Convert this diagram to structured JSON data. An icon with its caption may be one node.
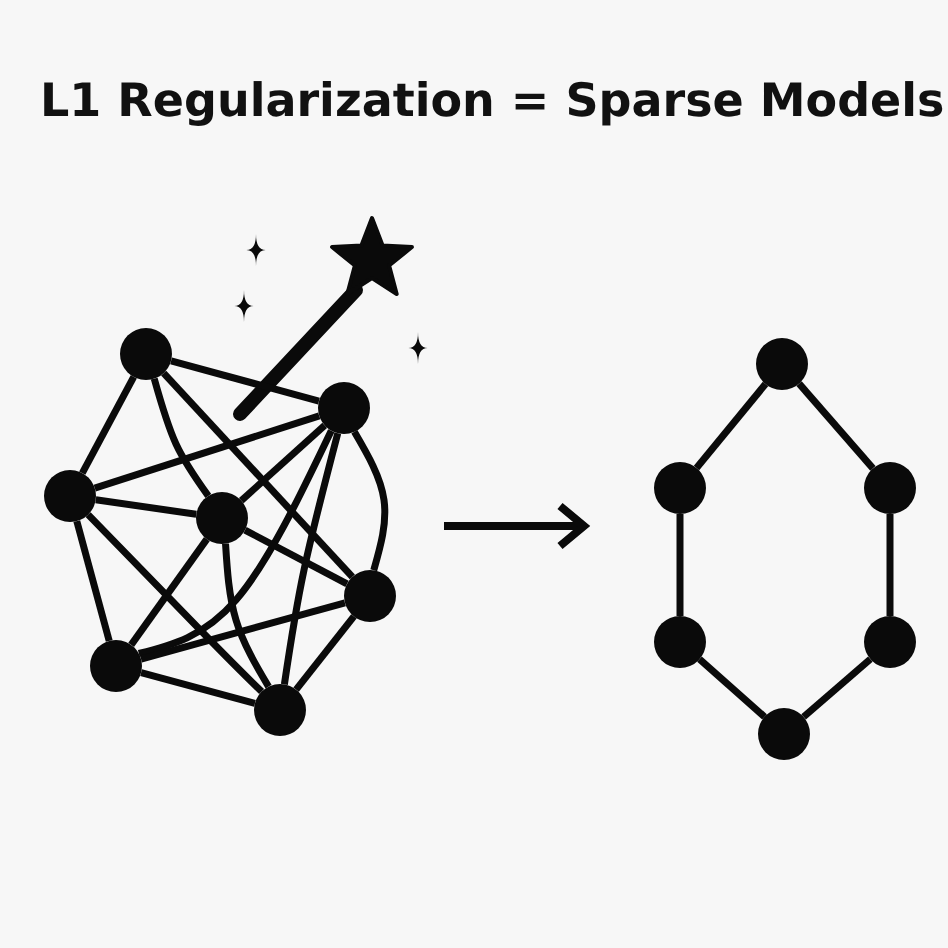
{
  "diagram": {
    "title": "L1 Regularization = Sparse Models",
    "nodes": [
      {
        "text": [],
        "shape": "circle"
      },
      {
        "text": [],
        "shape": "circle"
      },
      {
        "text": [],
        "shape": "circle"
      },
      {
        "text": [],
        "shape": "circle"
      },
      {
        "text": [],
        "shape": "circle"
      },
      {
        "text": [],
        "shape": "circle"
      },
      {
        "text": [],
        "shape": "circle"
      },
      {
        "text": [],
        "shape": "circle"
      },
      {
        "text": [],
        "shape": "circle"
      },
      {
        "text": [],
        "shape": "circle"
      },
      {
        "text": [],
        "shape": "circle"
      },
      {
        "text": [],
        "shape": "circle"
      },
      {
        "text": [],
        "shape": "circle"
      }
    ],
    "edges": [
      {
        "from": 0,
        "to": 1,
        "arrow": "none"
      },
      {
        "from": 0,
        "to": 2,
        "arrow": "none"
      },
      {
        "from": 0,
        "to": 3,
        "arrow": "none"
      },
      {
        "from": 0,
        "to": 4,
        "arrow": "none"
      },
      {
        "from": 1,
        "to": 2,
        "arrow": "none"
      },
      {
        "from": 1,
        "to": 3,
        "arrow": "none"
      },
      {
        "from": 1,
        "to": 5,
        "arrow": "none"
      },
      {
        "from": 1,
        "to": 6,
        "arrow": "none"
      },
      {
        "from": 1,
        "to": 4,
        "arrow": "none"
      },
      {
        "from": 2,
        "to": 3,
        "arrow": "none"
      },
      {
        "from": 2,
        "to": 5,
        "arrow": "none"
      },
      {
        "from": 2,
        "to": 6,
        "arrow": "none"
      },
      {
        "from": 3,
        "to": 5,
        "arrow": "none"
      },
      {
        "from": 3,
        "to": 6,
        "arrow": "none"
      },
      {
        "from": 3,
        "to": 4,
        "arrow": "none"
      },
      {
        "from": 5,
        "to": 4,
        "arrow": "none"
      },
      {
        "from": 5,
        "to": 6,
        "arrow": "none"
      },
      {
        "from": 6,
        "to": 4,
        "arrow": "none"
      },
      {
        "from": 7,
        "to": 8,
        "arrow": "none"
      },
      {
        "from": 7,
        "to": 9,
        "arrow": "none"
      },
      {
        "from": 8,
        "to": 10,
        "arrow": "none"
      },
      {
        "from": 9,
        "to": 11,
        "arrow": "none"
      },
      {
        "from": 10,
        "to": 12,
        "arrow": "none"
      },
      {
        "from": 11,
        "to": 12,
        "arrow": "none"
      }
    ]
  }
}
